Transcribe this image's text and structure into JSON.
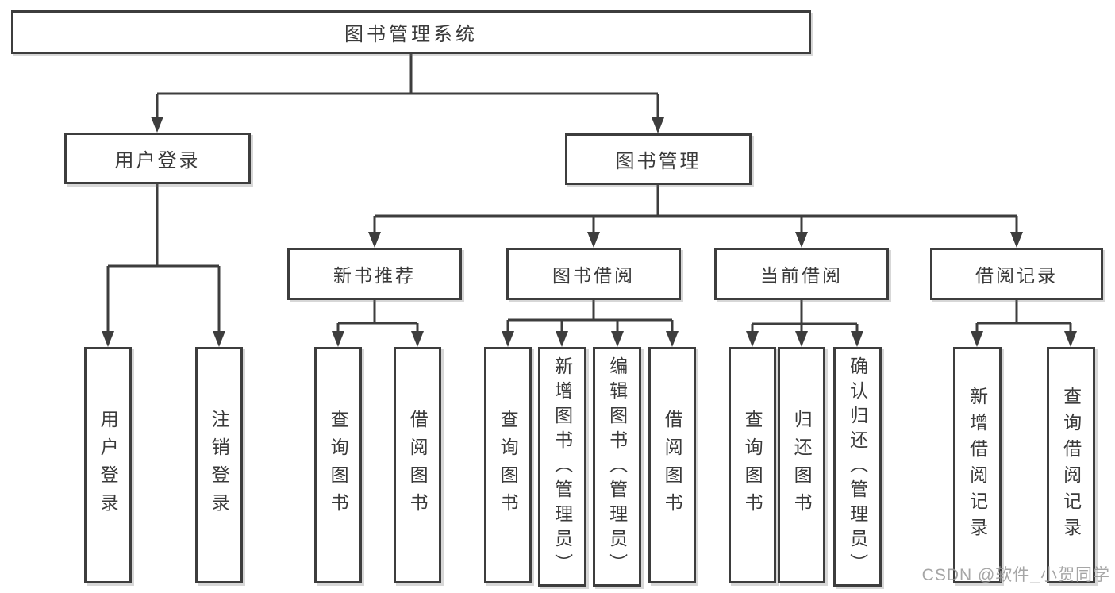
{
  "page": {
    "background": "#ffffff",
    "line_color": "#3d3d3d",
    "text_color": "#3a3a3a",
    "watermark_color": "#a0a0a0"
  },
  "diagram": {
    "type": "hierarchy-tree",
    "root": {
      "label": "图书管理系统"
    },
    "branches": [
      {
        "label": "用户登录",
        "children": [
          {
            "label": "用户登录"
          },
          {
            "label": "注销登录"
          }
        ]
      },
      {
        "label": "图书管理",
        "children": [
          {
            "label": "新书推荐",
            "children": [
              {
                "label": "查询图书"
              },
              {
                "label": "借阅图书"
              }
            ]
          },
          {
            "label": "图书借阅",
            "children": [
              {
                "label": "查询图书"
              },
              {
                "label": "新增图书（管理员）"
              },
              {
                "label": "编辑图书（管理员）"
              },
              {
                "label": "借阅图书"
              }
            ]
          },
          {
            "label": "当前借阅",
            "children": [
              {
                "label": "查询图书"
              },
              {
                "label": "归还图书"
              },
              {
                "label": "确认归还（管理员）"
              }
            ]
          },
          {
            "label": "借阅记录",
            "children": [
              {
                "label": "新增借阅记录"
              },
              {
                "label": "查询借阅记录"
              }
            ]
          }
        ]
      }
    ]
  },
  "watermark": {
    "text": "CSDN @软件_小贺同学"
  }
}
